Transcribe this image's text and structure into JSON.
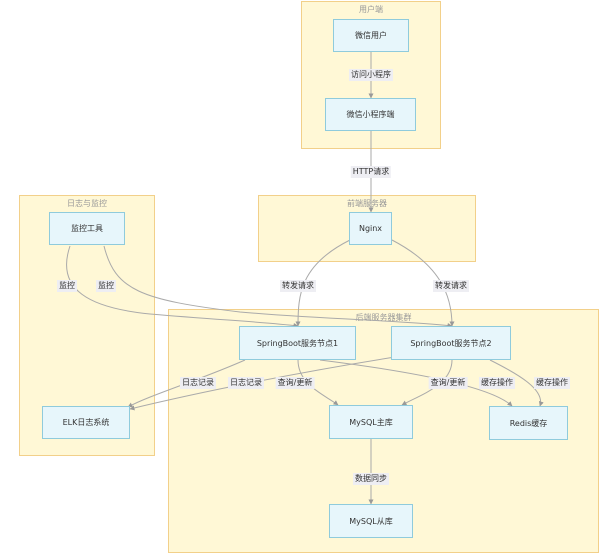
{
  "colors": {
    "cluster_fill": "#fff8d6",
    "cluster_border": "#f2d08a",
    "node_fill": "#e7f6fb",
    "node_border": "#8fcbdc",
    "edge": "#aaaaaa",
    "label_bg": "#eeeef3"
  },
  "clusters": {
    "user": "用户端",
    "frontend": "前端服务器",
    "backend": "后端服务器集群",
    "monitor": "日志与监控"
  },
  "nodes": {
    "wechat_user": "微信用户",
    "miniprogram": "微信小程序端",
    "nginx": "Nginx",
    "sb1": "SpringBoot服务节点1",
    "sb2": "SpringBoot服务节点2",
    "mysql_master": "MySQL主库",
    "mysql_slave": "MySQL从库",
    "redis": "Redis缓存",
    "monitor_tool": "监控工具",
    "elk": "ELK日志系统"
  },
  "edges": {
    "access": "访问小程序",
    "http": "HTTP请求",
    "forward1": "转发请求",
    "forward2": "转发请求",
    "monitor1": "监控",
    "monitor2": "监控",
    "log1": "日志记录",
    "log2": "日志记录",
    "query1": "查询/更新",
    "query2": "查询/更新",
    "cache1": "缓存操作",
    "cache2": "缓存操作",
    "sync": "数据同步"
  }
}
